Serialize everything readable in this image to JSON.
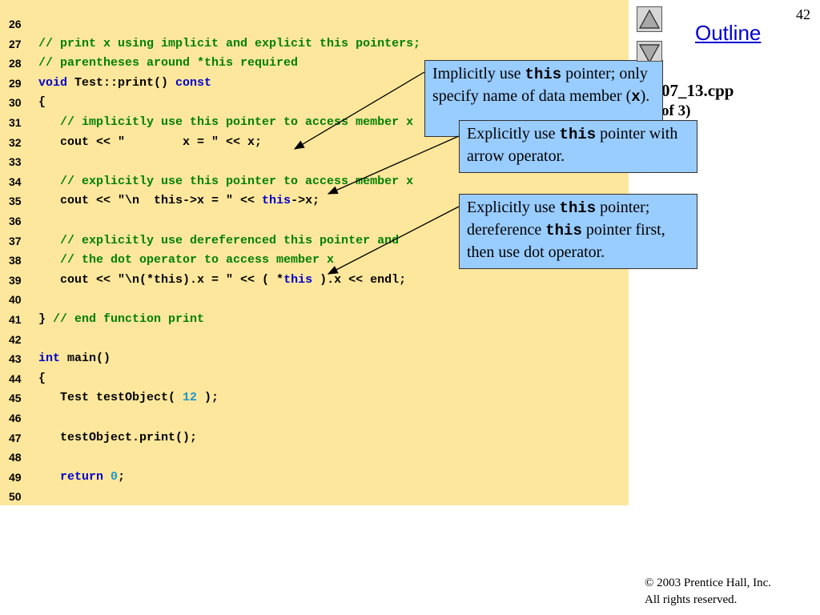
{
  "slide": {
    "page_number": "42",
    "outline_label": "Outline",
    "file_name": "07_13.cpp",
    "file_page": "of 3)",
    "copyright_symbol": "©",
    "copyright_line1": " 2003 Prentice Hall, Inc.",
    "copyright_line2": "All rights reserved."
  },
  "nav": {
    "up_icon": "triangle-up-icon",
    "down_icon": "triangle-down-icon"
  },
  "colors": {
    "code_bg": "#fde79c",
    "comment": "#008000",
    "keyword": "#0000cc",
    "number": "#2196c8",
    "callout_bg": "#99ccff",
    "link": "#0000cc"
  },
  "code": {
    "lines": [
      {
        "n": "26",
        "parts": []
      },
      {
        "n": "27",
        "parts": [
          {
            "t": "// print x using implicit and explicit this pointers;",
            "c": "cm"
          }
        ]
      },
      {
        "n": "28",
        "parts": [
          {
            "t": "// parentheses around *this required",
            "c": "cm"
          }
        ]
      },
      {
        "n": "29",
        "parts": [
          {
            "t": "void",
            "c": "kw"
          },
          {
            "t": " Test::print() ",
            "c": ""
          },
          {
            "t": "const",
            "c": "kw"
          }
        ]
      },
      {
        "n": "30",
        "parts": [
          {
            "t": "{",
            "c": ""
          }
        ]
      },
      {
        "n": "31",
        "parts": [
          {
            "t": "   // implicitly use this pointer to access member x",
            "c": "cm"
          }
        ]
      },
      {
        "n": "32",
        "parts": [
          {
            "t": "   cout << \"        x = \" << x;",
            "c": ""
          }
        ]
      },
      {
        "n": "33",
        "parts": []
      },
      {
        "n": "34",
        "parts": [
          {
            "t": "   // explicitly use this pointer to access member x",
            "c": "cm"
          }
        ]
      },
      {
        "n": "35",
        "parts": [
          {
            "t": "   cout << \"\\n  this->x = \" << ",
            "c": ""
          },
          {
            "t": "this",
            "c": "kw"
          },
          {
            "t": "->x;",
            "c": ""
          }
        ]
      },
      {
        "n": "36",
        "parts": []
      },
      {
        "n": "37",
        "parts": [
          {
            "t": "   // explicitly use dereferenced this pointer and",
            "c": "cm"
          }
        ]
      },
      {
        "n": "38",
        "parts": [
          {
            "t": "   // the dot operator to access member x",
            "c": "cm"
          }
        ]
      },
      {
        "n": "39",
        "parts": [
          {
            "t": "   cout << \"\\n(*this).x = \" << ( *",
            "c": ""
          },
          {
            "t": "this",
            "c": "kw"
          },
          {
            "t": " ).x << endl;",
            "c": ""
          }
        ]
      },
      {
        "n": "40",
        "parts": []
      },
      {
        "n": "41",
        "parts": [
          {
            "t": "} ",
            "c": ""
          },
          {
            "t": "// end function print",
            "c": "cm"
          }
        ]
      },
      {
        "n": "42",
        "parts": []
      },
      {
        "n": "43",
        "parts": [
          {
            "t": "int",
            "c": "kw"
          },
          {
            "t": " main()",
            "c": ""
          }
        ]
      },
      {
        "n": "44",
        "parts": [
          {
            "t": "{",
            "c": ""
          }
        ]
      },
      {
        "n": "45",
        "parts": [
          {
            "t": "   Test testObject( ",
            "c": ""
          },
          {
            "t": "12",
            "c": "num"
          },
          {
            "t": " );",
            "c": ""
          }
        ]
      },
      {
        "n": "46",
        "parts": []
      },
      {
        "n": "47",
        "parts": [
          {
            "t": "   testObject.print();",
            "c": ""
          }
        ]
      },
      {
        "n": "48",
        "parts": []
      },
      {
        "n": "49",
        "parts": [
          {
            "t": "   ",
            "c": ""
          },
          {
            "t": "return",
            "c": "kw"
          },
          {
            "t": " ",
            "c": ""
          },
          {
            "t": "0",
            "c": "num"
          },
          {
            "t": ";",
            "c": ""
          }
        ]
      },
      {
        "n": "50",
        "parts": []
      }
    ]
  },
  "callouts": {
    "implicit": {
      "pre": "Implicitly use ",
      "kw": "this",
      "mid": " pointer; only specify name of data member (",
      "kw2": "x",
      "post": ")."
    },
    "arrow": {
      "pre": "Explicitly use ",
      "kw": "this",
      "post": " pointer with arrow operator."
    },
    "dereference": {
      "pre": "Explicitly use ",
      "kw": "this",
      "mid": " pointer; dereference ",
      "kw2": "this",
      "post": " pointer first, then use dot operator."
    }
  }
}
